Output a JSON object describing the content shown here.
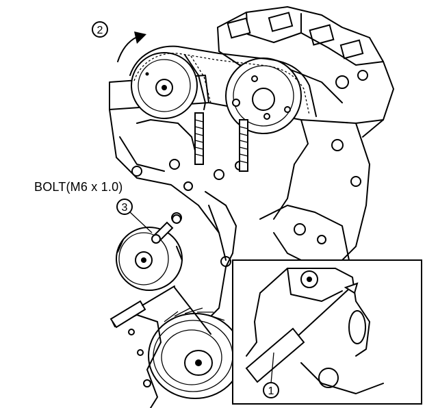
{
  "labels": {
    "bolt": "BOLT(M6 x 1.0)"
  },
  "callouts": {
    "c1": "1",
    "c2": "2",
    "c3": "3"
  },
  "icons": {
    "rotation_arrow": "curved-arrow-icon"
  }
}
